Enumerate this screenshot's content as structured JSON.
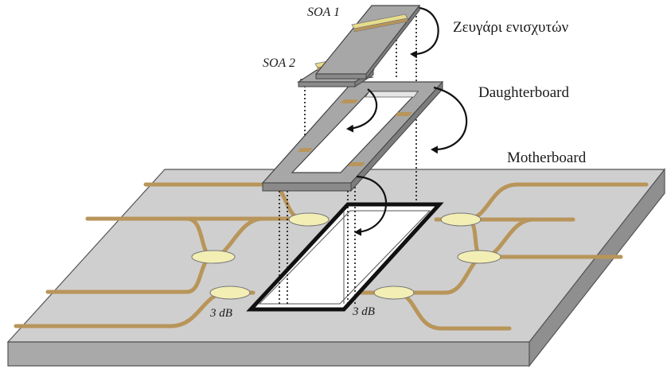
{
  "labels": {
    "soa1": "SOA 1",
    "soa2": "SOA 2",
    "amplifier_pair": "Ζευγάρι ενισχυτών",
    "daughterboard": "Daughterboard",
    "motherboard": "Motherboard",
    "coupler_left": "3 dB",
    "coupler_right": "3 dB"
  },
  "colors": {
    "board_top": "#cfcfcf",
    "board_front": "#a9a9a9",
    "board_side": "#8f8f8f",
    "waveguide": "#b8955a",
    "coupler_fill": "#f3eeb4",
    "daughter_top": "#a7a7a7",
    "soa_strip": "#e7dc8c"
  },
  "icons": [
    "curved-arrow-icon",
    "dotted-alignment-line"
  ]
}
